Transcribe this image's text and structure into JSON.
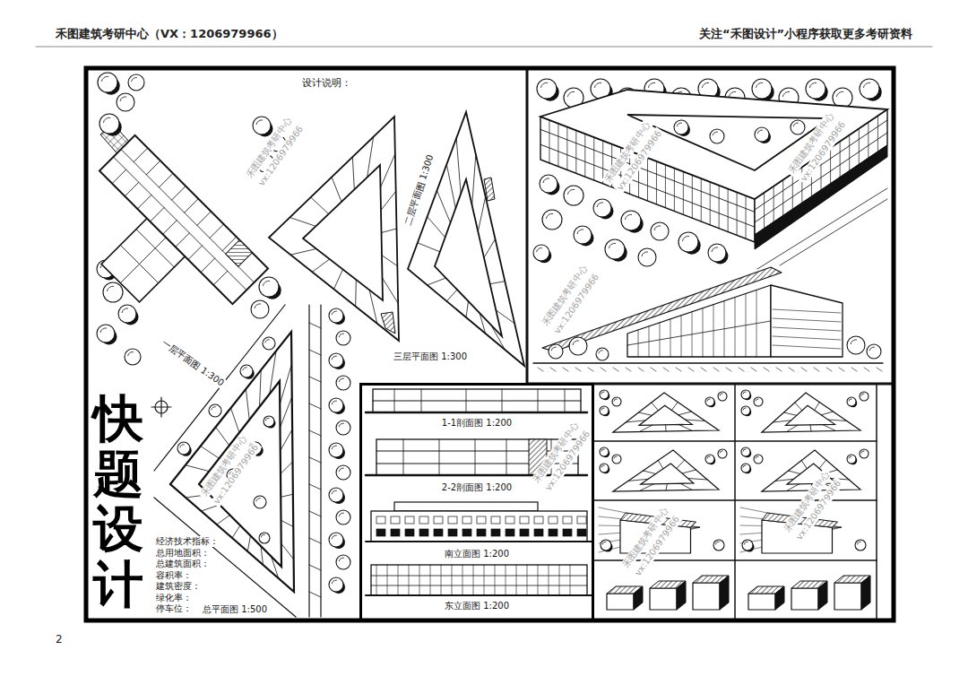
{
  "diagram": {
    "title": "快题设计",
    "nodes": [
      {
        "text": [
          "1-1剖面图 1:200",
          "2-2剖面图 1:200",
          "南立面图 1:200",
          "东立面图 1:200"
        ]
      }
    ],
    "labels": [
      "禾图建筑考研中心（VX：1206979966）",
      "关注“禾图设计”小程序获取更多考研资料",
      "2",
      "设计说明：",
      "一层平面图 1:300",
      "二层平面图 1:300",
      "三层平面图 1:300",
      "总平面图 1:500",
      "经济技术指标：",
      "总用地面积：",
      "总建筑面积：",
      "容积率：",
      "建筑密度：",
      "绿化率：",
      "停车位：",
      "禾图建筑考研中心",
      "vx:1206979966",
      "禾图建筑考研中心",
      "vx:1206979966",
      "禾图建筑考研中心",
      "vx:1206979966",
      "禾图建筑考研中心",
      "vx:1206979966",
      "禾图建筑考研中心",
      "vx:1206979966",
      "禾图建筑考研中心",
      "vx:1206979966",
      "禾图建筑考研中心",
      "vx:1206979966",
      "禾图建筑考研中心",
      "vx:1206979966"
    ]
  }
}
